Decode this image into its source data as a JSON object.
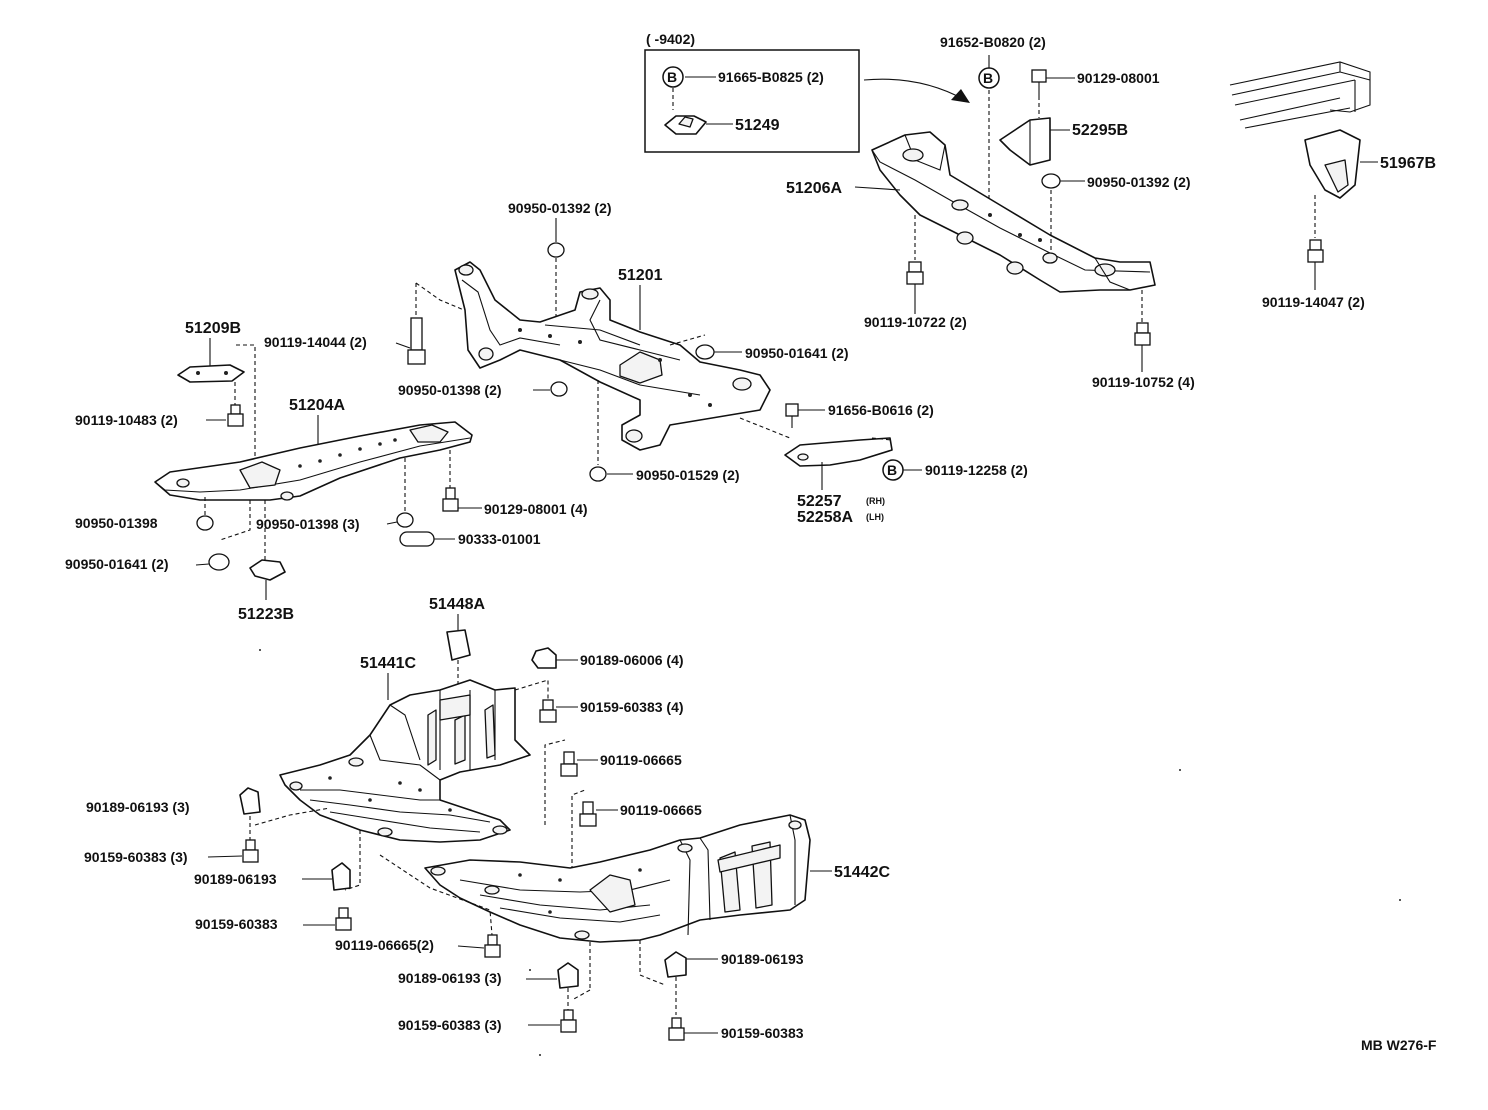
{
  "inset": {
    "range": "(      -9402)"
  },
  "labels": {
    "p91665": "91665-B0825 (2)",
    "p51249": "51249",
    "p91652": "91652-B0820 (2)",
    "p90129a": "90129-08001",
    "p52295B": "52295B",
    "p51206A": "51206A",
    "p90950a": "90950-01392 (2)",
    "p90119_10722": "90119-10722 (2)",
    "p90119_10752": "90119-10752 (4)",
    "p51967B": "51967B",
    "p90119_14047": "90119-14047 (2)",
    "p90950b": "90950-01392 (2)",
    "p51201": "51201",
    "p51209B": "51209B",
    "p90119_14044": "90119-14044 (2)",
    "p90950_01641a": "90950-01641 (2)",
    "p90950_01398a": "90950-01398 (2)",
    "p91656": "91656-B0616 (2)",
    "p90119_10483": "90119-10483 (2)",
    "p51204A": "51204A",
    "p90119_12258": "90119-12258 (2)",
    "p90950_01529": "90950-01529 (2)",
    "p52257": "52257",
    "p52257_side": "(RH)",
    "p52258A": "52258A",
    "p52258A_side": "(LH)",
    "p90129b": "90129-08001 (4)",
    "p90950_01398b": "90950-01398",
    "p90950_01398c": "90950-01398 (3)",
    "p90333": "90333-01001",
    "p90950_01641b": "90950-01641 (2)",
    "p51223B": "51223B",
    "p51448A": "51448A",
    "p51441C": "51441C",
    "p90189_06006": "90189-06006 (4)",
    "p90159_60383a": "90159-60383 (4)",
    "p90119_06665a": "90119-06665",
    "p90119_06665b": "90119-06665",
    "p90189_06193a": "90189-06193 (3)",
    "p90159_60383b": "90159-60383 (3)",
    "p90189_06193b": "90189-06193",
    "p51442C": "51442C",
    "p90159_60383c": "90159-60383",
    "p90119_06665c": "90119-06665(2)",
    "p90189_06193c": "90189-06193 (3)",
    "p90189_06193d": "90189-06193",
    "p90159_60383d": "90159-60383 (3)",
    "p90159_60383e": "90159-60383",
    "b_marker": "B",
    "ref": "MB W276-F"
  }
}
